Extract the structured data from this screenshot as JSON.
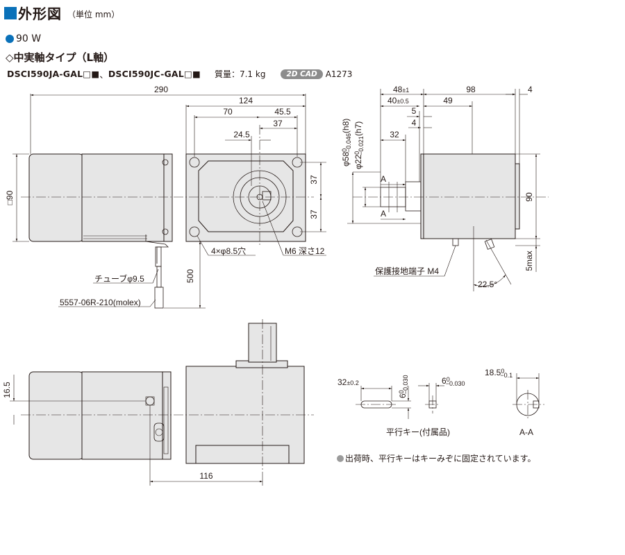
{
  "header": {
    "title": "外形図",
    "unit": "（単位 mm）",
    "accent": "#0a71b9"
  },
  "watt": "90 W",
  "shaft_type": "◇中実軸タイプ（L軸）",
  "models": {
    "model_a": "DSCI590JA-GAL□■",
    "separator": "、",
    "model_b": "DSCI590JC-GAL□■",
    "mass": "質量：7.1 kg",
    "cad_badge": "2D CAD",
    "cad_id": "A1273"
  },
  "dims": {
    "d290": "290",
    "d124": "124",
    "d70": "70",
    "d45_5": "45.5",
    "d37a": "37",
    "d24_5": "24.5",
    "d37b": "37",
    "d37c": "37",
    "sq90": "□90",
    "d500": "500",
    "d48": "48",
    "d48_tol": "±1",
    "d40": "40",
    "d40_tol": "±0.5",
    "d98": "98",
    "d4a": "4",
    "d5": "5",
    "d4b": "4",
    "d49": "49",
    "d32": "32",
    "d90r": "90",
    "d5max": "5max",
    "phi58": "φ58",
    "phi58_tol_u": "0",
    "phi58_tol_l": "−0.046",
    "phi58_fit": "(h8)",
    "phi22": "φ22",
    "phi22_tol_u": "0",
    "phi22_tol_l": "−0.021",
    "phi22_fit": "(h7)",
    "angle": "22.5°",
    "d16_5": "16.5",
    "d116": "116",
    "key_len": "32",
    "key_len_tol": "±0.2",
    "key_h": "6",
    "key_h_tol_u": "0",
    "key_h_tol_l": "−0.030",
    "key_w": "6",
    "key_w_tol_u": "0",
    "key_w_tol_l": "−0.030",
    "d18_5": "18.5",
    "d18_5_tol_u": "0",
    "d18_5_tol_l": "−0.1"
  },
  "labels": {
    "holes": "4×φ8.5穴",
    "tap": "M6 深さ12",
    "tube": "チューブφ9.5",
    "connector": "5557-06R-210(molex)",
    "ground": "保護接地端子 M4",
    "section_a1": "A",
    "section_a2": "A",
    "key": "平行キー(付属品)",
    "aa": "A-A"
  },
  "note": "出荷時、平行キーはキーみぞに固定されています。"
}
